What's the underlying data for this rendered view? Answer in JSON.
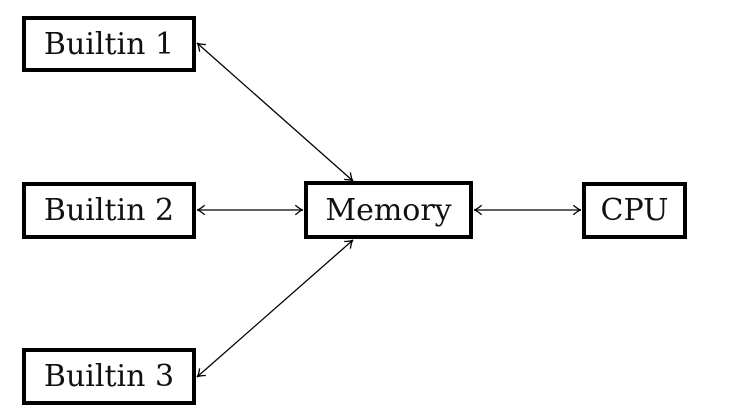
{
  "nodes": {
    "builtin1": "Builtin 1",
    "builtin2": "Builtin 2",
    "builtin3": "Builtin 3",
    "memory": "Memory",
    "cpu": "CPU"
  },
  "edges": [
    {
      "from": "builtin1",
      "to": "memory",
      "direction": "both"
    },
    {
      "from": "builtin2",
      "to": "memory",
      "direction": "both"
    },
    {
      "from": "builtin3",
      "to": "memory",
      "direction": "both"
    },
    {
      "from": "memory",
      "to": "cpu",
      "direction": "both"
    }
  ]
}
